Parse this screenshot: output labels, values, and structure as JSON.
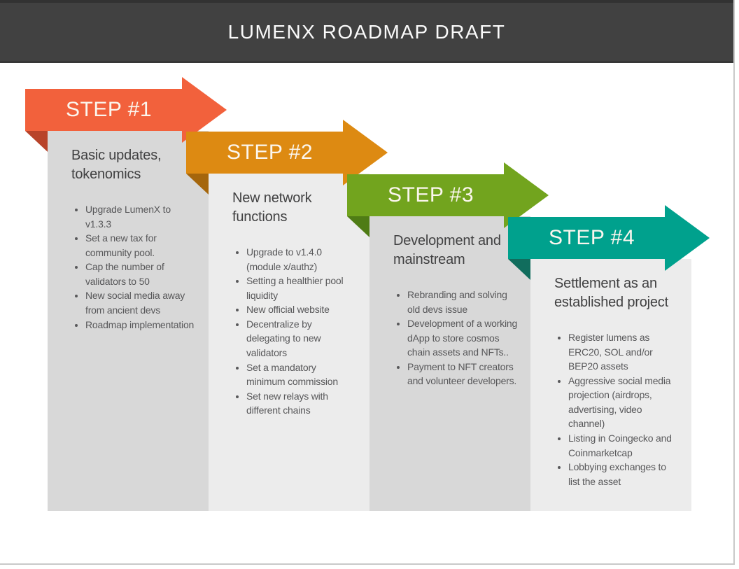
{
  "header": {
    "title": "LUMENX ROADMAP DRAFT",
    "background": "#414141",
    "text_color": "#fafafa"
  },
  "steps": [
    {
      "label": "STEP #1",
      "heading": "Basic updates, tokenomics",
      "arrow_color": "#F2613C",
      "fold_color": "#B8432A",
      "panel_color": "#D8D8D8",
      "items": [
        "Upgrade LumenX to v1.3.3",
        "Set a new tax for community pool.",
        "Cap the number of validators to 50",
        "New social media away from ancient devs",
        "Roadmap implementation"
      ]
    },
    {
      "label": "STEP #2",
      "heading": "New network functions",
      "arrow_color": "#DD8A12",
      "fold_color": "#A5660C",
      "panel_color": "#ECECEC",
      "items": [
        "Upgrade to v1.4.0 (module x/authz)",
        "Setting a healthier pool liquidity",
        "New official website",
        "Decentralize by delegating to new validators",
        "Set a mandatory minimum commission",
        "Set new relays with different chains"
      ]
    },
    {
      "label": "STEP #3",
      "heading": "Development and mainstream",
      "arrow_color": "#72A41E",
      "fold_color": "#4F7C15",
      "panel_color": "#D8D8D8",
      "items": [
        "Rebranding and solving old devs issue",
        "Development of a working dApp to store cosmos chain assets and NFTs..",
        "Payment to NFT creators and volunteer developers."
      ]
    },
    {
      "label": "STEP #4",
      "heading": "Settlement as an established project",
      "arrow_color": "#00A18D",
      "fold_color": "#116D5D",
      "panel_color": "#ECECEC",
      "items": [
        "Register lumens as ERC20, SOL and/or BEP20 assets",
        "Aggressive social media projection (airdrops, advertising, video channel)",
        "Listing in Coingecko and Coinmarketcap",
        "Lobbying exchanges to list the asset"
      ]
    }
  ]
}
